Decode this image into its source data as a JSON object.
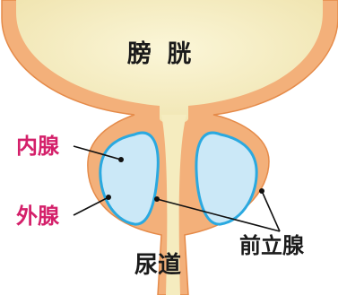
{
  "labels": {
    "bladder": "膀 胱",
    "inner_gland": "内腺",
    "outer_gland": "外腺",
    "urethra": "尿道",
    "prostate": "前立腺"
  },
  "colors": {
    "bladder_fill": "#f5efc4",
    "tissue_outline": "#f0a668",
    "tissue_edge": "#e58b4a",
    "gland_fill": "#cbe8f7",
    "gland_border": "#2aa9e0",
    "pink_label": "#d4206a",
    "leader_line": "#111111"
  }
}
